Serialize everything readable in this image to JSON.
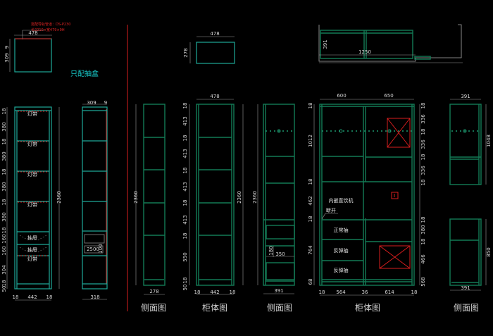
{
  "notes": {
    "rail_note_1": "需配导轨管道：DS-P230",
    "rail_note_2": "长2210×宽479×9H",
    "drawer_only": "只配抽盒",
    "drink_machine": "内嵌直饮机",
    "cut_open": "断开",
    "normal_drawer": "正常抽",
    "rebound_drawer_1": "反弹抽",
    "rebound_drawer_2": "反弹抽",
    "light_strip": "灯带",
    "drawer": "抽屉"
  },
  "views": [
    "侧面图",
    "柜体图",
    "侧面图",
    "柜体图",
    "侧面图"
  ],
  "dims": {
    "box1": [
      "478",
      "309",
      "9"
    ],
    "cab1_left": [
      "18",
      "380",
      "18",
      "380",
      "18",
      "380",
      "18",
      "380",
      "18",
      "160",
      "160",
      "304",
      "18",
      "50"
    ],
    "cab1_bottom": [
      "18",
      "442",
      "18"
    ],
    "cab1_height": "2360",
    "cab1_side": [
      "309",
      "9",
      "318",
      "2500",
      "100"
    ],
    "box2": [
      "478",
      "278"
    ],
    "cab2_side": [
      "2360",
      "278"
    ],
    "cab2_left": [
      "18",
      "413",
      "18",
      "413",
      "18",
      "413",
      "18",
      "413",
      "18",
      "550",
      "18",
      "50"
    ],
    "cab2_front": [
      "478",
      "18",
      "442",
      "18",
      "2360"
    ],
    "cab3": [
      "2360",
      "180",
      "350",
      "391"
    ],
    "plan": [
      "391",
      "1250"
    ],
    "big_top": [
      "600",
      "650"
    ],
    "big_left": [
      "18",
      "1012",
      "18",
      "462",
      "18",
      "764",
      "68"
    ],
    "big_right": [
      "18",
      "336",
      "18",
      "336",
      "18",
      "336",
      "18",
      "18",
      "380",
      "18",
      "466",
      "568"
    ],
    "big_bottom": [
      "18",
      "564",
      "36",
      "614",
      "18"
    ],
    "right_side": [
      "391",
      "1048",
      "850",
      "391"
    ]
  }
}
